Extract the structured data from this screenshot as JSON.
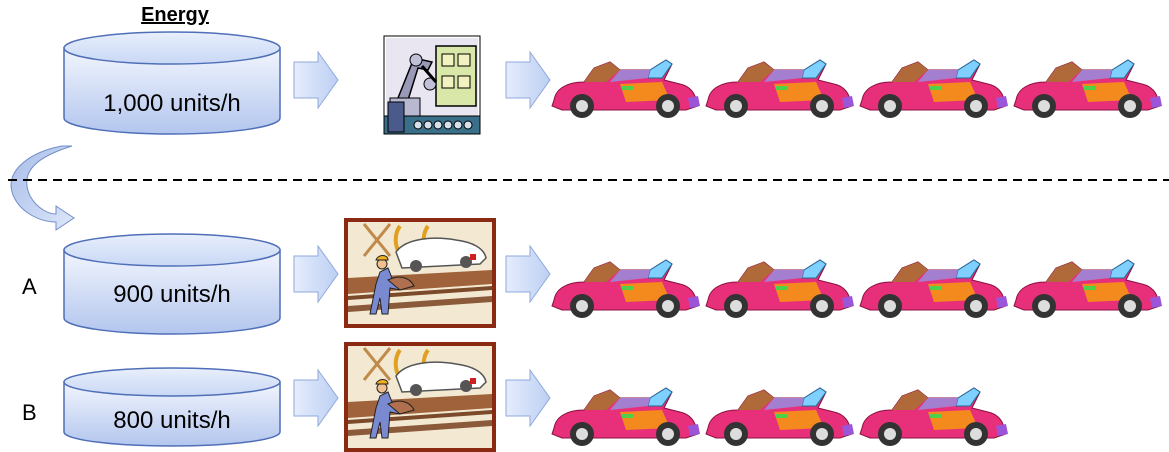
{
  "title": "Energy",
  "rows": [
    {
      "label": "",
      "tank_value": "1,000 units/h",
      "machine": "robot-arm",
      "cars": 4
    },
    {
      "label": "A",
      "tank_value": "900 units/h",
      "machine": "assembly-line",
      "cars": 4
    },
    {
      "label": "B",
      "tank_value": "800 units/h",
      "machine": "assembly-line",
      "cars": 3
    }
  ],
  "colors": {
    "tank_fill_top": "#f2f5fd",
    "tank_fill_bottom": "#b7c9ef",
    "tank_stroke": "#4f6fb8",
    "arrow_fill": "#d6e2fa",
    "arrow_stroke": "#7f9ed8",
    "car_body": "#e8307a",
    "car_door": "#f48a1e",
    "divider": "#000000"
  }
}
